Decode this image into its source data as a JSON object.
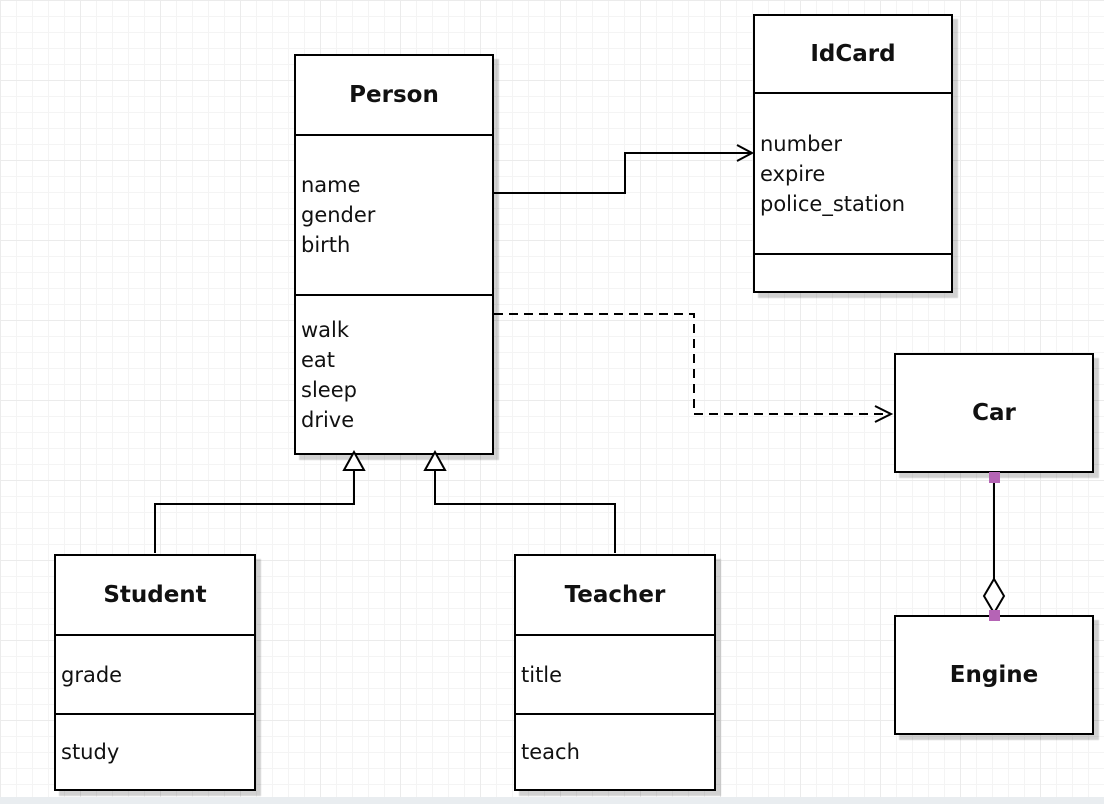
{
  "classes": {
    "person": {
      "name": "Person",
      "attributes": [
        "name",
        "gender",
        "birth"
      ],
      "methods": [
        "walk",
        "eat",
        "sleep",
        "drive"
      ]
    },
    "idcard": {
      "name": "IdCard",
      "attributes": [
        "number",
        "expire",
        "police_station"
      ],
      "methods": []
    },
    "car": {
      "name": "Car",
      "attributes": [],
      "methods": []
    },
    "engine": {
      "name": "Engine",
      "attributes": [],
      "methods": []
    },
    "student": {
      "name": "Student",
      "attributes": [
        "grade"
      ],
      "methods": [
        "study"
      ]
    },
    "teacher": {
      "name": "Teacher",
      "attributes": [
        "title"
      ],
      "methods": [
        "teach"
      ]
    }
  },
  "relationships": [
    {
      "from": "Person",
      "to": "IdCard",
      "type": "association",
      "line": "solid",
      "arrow": "open-arrow"
    },
    {
      "from": "Person",
      "to": "Car",
      "type": "dependency",
      "line": "dashed",
      "arrow": "open-arrow"
    },
    {
      "from": "Student",
      "to": "Person",
      "type": "inheritance",
      "line": "solid",
      "arrow": "hollow-triangle"
    },
    {
      "from": "Teacher",
      "to": "Person",
      "type": "inheritance",
      "line": "solid",
      "arrow": "hollow-triangle"
    },
    {
      "from": "Car",
      "to": "Engine",
      "type": "aggregation",
      "line": "solid",
      "arrow": "hollow-diamond",
      "endpoint_markers": "purple-squares"
    }
  ],
  "colors": {
    "endpoint_handle": "#b564b5",
    "box_border": "#000000",
    "canvas_bg": "#ffffff",
    "grid_minor": "#f4f4f4",
    "grid_major": "#ebebeb"
  }
}
